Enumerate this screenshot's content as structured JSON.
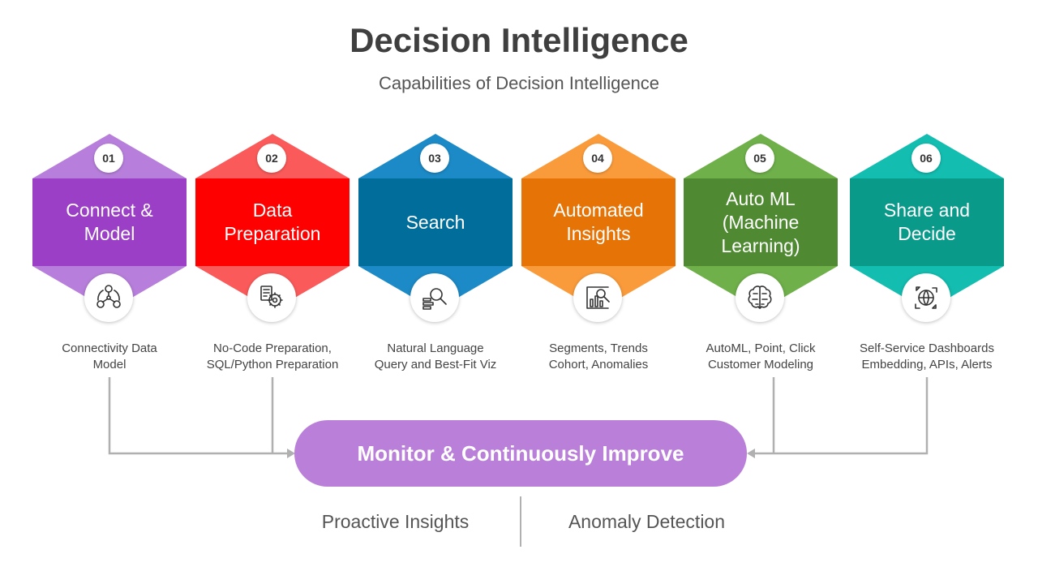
{
  "header": {
    "title": "Decision Intelligence",
    "subtitle": "Capabilities of Decision Intelligence"
  },
  "capabilities": [
    {
      "number": "01",
      "title": "Connect &\nModel",
      "description": "Connectivity Data\nModel",
      "icon": "network-people-icon",
      "color_light": "#b77fdb",
      "color_dark": "#9a3fc6"
    },
    {
      "number": "02",
      "title": "Data\nPreparation",
      "description": "No-Code Preparation,\nSQL/Python Preparation",
      "icon": "data-settings-icon",
      "color_light": "#fb5a5a",
      "color_dark": "#ff0000"
    },
    {
      "number": "03",
      "title": "Search",
      "description": "Natural Language\nQuery and Best-Fit Viz",
      "icon": "search-document-icon",
      "color_light": "#1c8ac6",
      "color_dark": "#006d9a"
    },
    {
      "number": "04",
      "title": "Automated\nInsights",
      "description": "Segments, Trends\nCohort, Anomalies",
      "icon": "chart-magnifier-icon",
      "color_light": "#fa9b3b",
      "color_dark": "#e67305"
    },
    {
      "number": "05",
      "title": "Auto ML\n(Machine\nLearning)",
      "description": "AutoML, Point, Click\nCustomer Modeling",
      "icon": "brain-icon",
      "color_light": "#6fb04a",
      "color_dark": "#4f8a32"
    },
    {
      "number": "06",
      "title": "Share and\nDecide",
      "description": "Self-Service Dashboards\nEmbedding, APIs, Alerts",
      "icon": "globe-share-icon",
      "color_light": "#13bdb0",
      "color_dark": "#0a9a8a"
    }
  ],
  "monitor": {
    "label": "Monitor & Continuously Improve",
    "color": "#b97fd9"
  },
  "outcomes": {
    "left": "Proactive Insights",
    "right": "Anomaly Detection"
  }
}
